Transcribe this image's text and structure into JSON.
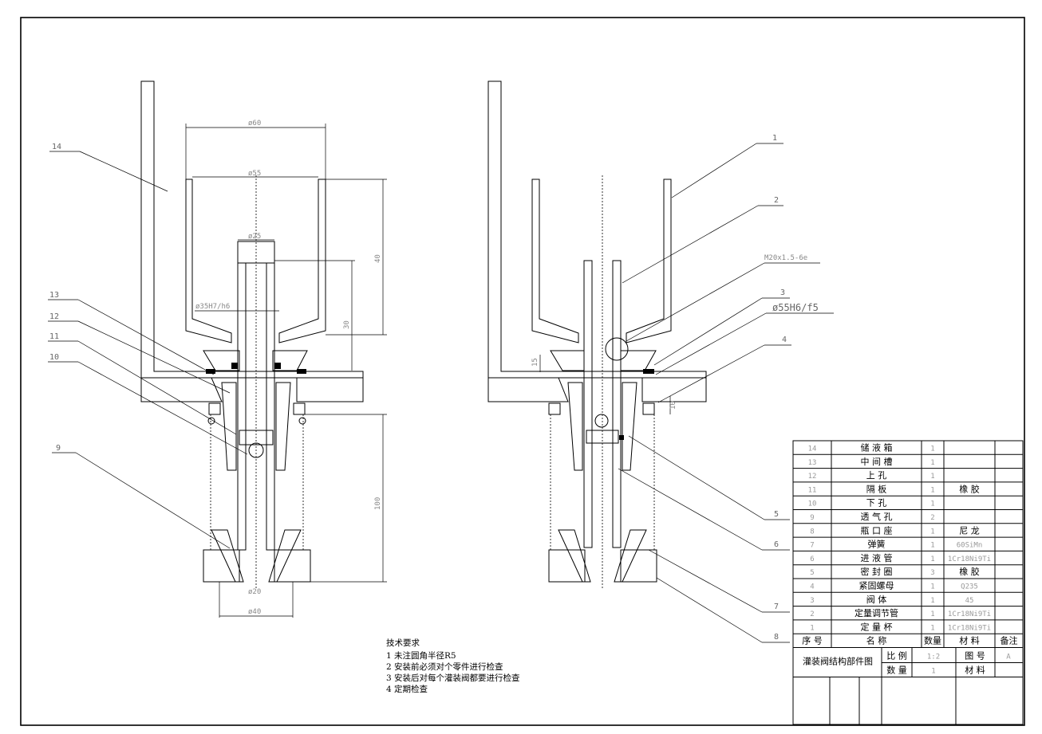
{
  "callouts": [
    "1",
    "2",
    "3",
    "4",
    "5",
    "6",
    "7",
    "8",
    "9",
    "10",
    "11",
    "12",
    "13",
    "14"
  ],
  "dimensions": {
    "d60": "ø60",
    "d55": "ø55",
    "d25": "ø25",
    "d35": "ø35H7/h6",
    "h40": "40",
    "h30": "30",
    "h100": "100",
    "d20": "ø20",
    "d40": "ø40",
    "thread": "M20x1.5-6e",
    "d55fit": "ø55H6/f5",
    "h15": "15",
    "h10": "10"
  },
  "notes": {
    "title": "技术要求",
    "items": [
      "1 未注圆角半径R5",
      "2 安装前必须对个零件进行检查",
      "3 安装后对每个灌装阀都要进行检查",
      "4 定期检查"
    ]
  },
  "bom": {
    "rows": [
      {
        "no": "14",
        "name": "储 液 箱",
        "qty": "1",
        "material": ""
      },
      {
        "no": "13",
        "name": "中 间 槽",
        "qty": "1",
        "material": ""
      },
      {
        "no": "12",
        "name": "上 孔",
        "qty": "1",
        "material": ""
      },
      {
        "no": "11",
        "name": "隔 板",
        "qty": "1",
        "material": "橡 胶"
      },
      {
        "no": "10",
        "name": "下 孔",
        "qty": "1",
        "material": ""
      },
      {
        "no": "9",
        "name": "透 气 孔",
        "qty": "2",
        "material": ""
      },
      {
        "no": "8",
        "name": "瓶 口 座",
        "qty": "1",
        "material": "尼 龙"
      },
      {
        "no": "7",
        "name": "弹簧",
        "qty": "1",
        "material": "60SiMn"
      },
      {
        "no": "6",
        "name": "进 液 管",
        "qty": "1",
        "material": "1Cr18Ni9Ti"
      },
      {
        "no": "5",
        "name": "密 封 圈",
        "qty": "3",
        "material": "橡 胶"
      },
      {
        "no": "4",
        "name": "紧固螺母",
        "qty": "1",
        "material": "Q235"
      },
      {
        "no": "3",
        "name": "阀 体",
        "qty": "1",
        "material": "45"
      },
      {
        "no": "2",
        "name": "定量调节管",
        "qty": "1",
        "material": "1Cr18Ni9Ti"
      },
      {
        "no": "1",
        "name": "定 量 杯",
        "qty": "1",
        "material": "1Cr18Ni9Ti"
      }
    ],
    "header": {
      "no": "序 号",
      "name": "名 称",
      "qty": "数量",
      "material": "材 料",
      "remark": "备注"
    },
    "title_block": {
      "drawing_name": "灌装阀结构部件图",
      "scale_label": "比 例",
      "scale_value": "1:2",
      "drawing_no_label": "图 号",
      "drawing_no_value": "A",
      "qty_label": "数 量",
      "qty_value": "1",
      "material_label": "材 料"
    }
  }
}
